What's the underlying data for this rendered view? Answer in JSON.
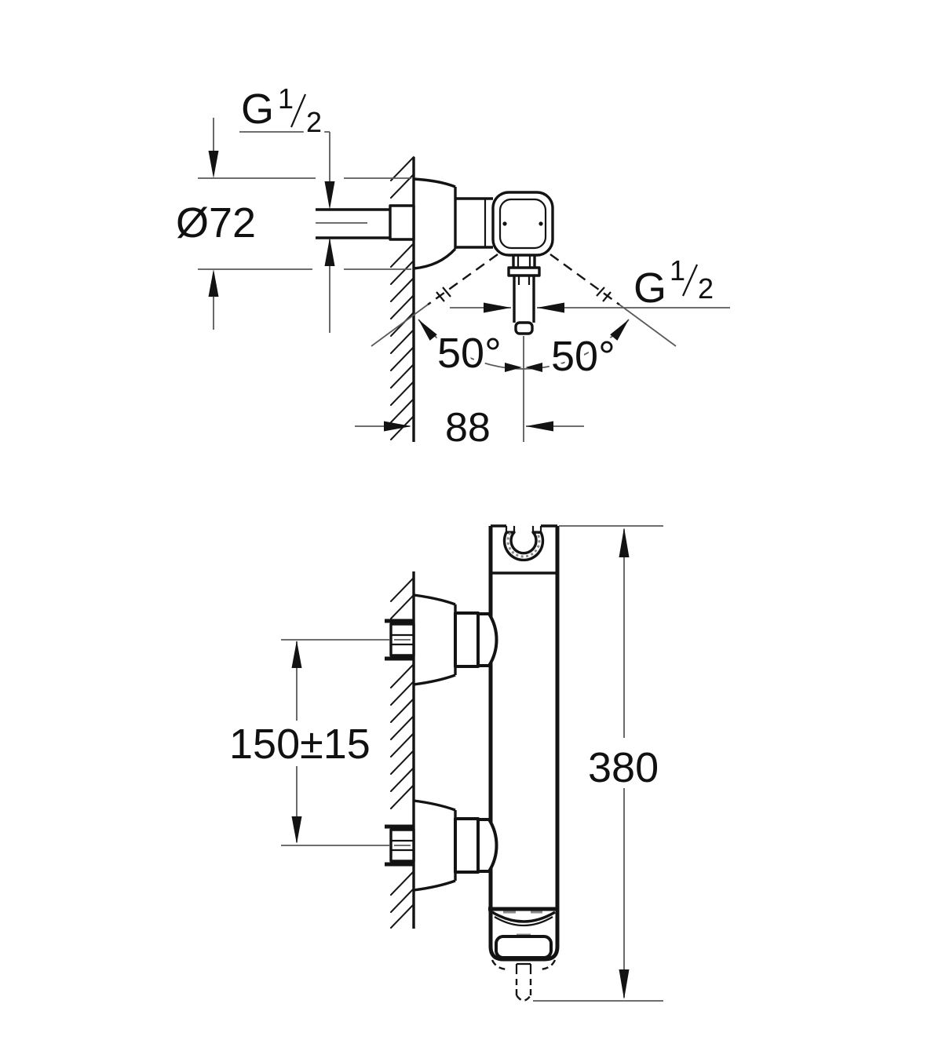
{
  "drawing": {
    "type": "technical-dimension-drawing",
    "views": [
      "top-view",
      "front-view"
    ],
    "colors": {
      "background": "#ffffff",
      "object_line": "#131313",
      "dimension_line": "#5a5a5a"
    },
    "labels": {
      "inlet_thread": {
        "base": "G",
        "numerator": "1",
        "denominator": "2"
      },
      "outlet_thread": {
        "base": "G",
        "numerator": "1",
        "denominator": "2"
      },
      "escutcheon_diameter": "Ø72",
      "swivel_angle_left": "50°",
      "swivel_angle_right": "50°",
      "wall_to_outlet_center": "88",
      "inlet_center_distance": "150±15",
      "overall_height": "380"
    }
  }
}
